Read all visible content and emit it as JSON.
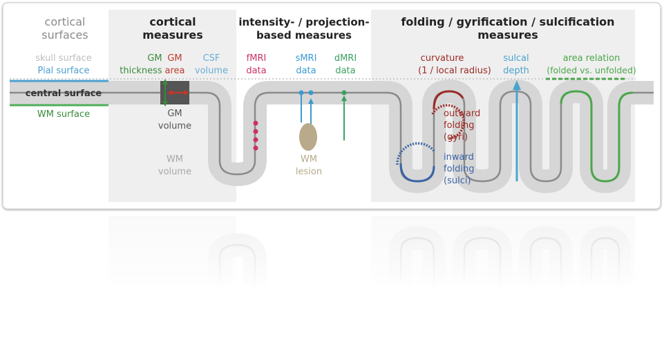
{
  "columns": {
    "cortical_surfaces": [
      "cortical",
      "surfaces"
    ],
    "cortical_measures": [
      "cortical",
      "measures"
    ],
    "intensity_measures": [
      "intensity- / projection-",
      "based measures"
    ],
    "folding_measures": [
      "folding / gyrification / sulcification",
      "measures"
    ]
  },
  "surfaces": {
    "skull": "skull surface",
    "pial": "Pial surface",
    "central": "central surface",
    "wm": "WM surface"
  },
  "cortical_measures": {
    "gm_thickness": [
      "GM",
      "thickness"
    ],
    "gm_area": [
      "GM",
      "area"
    ],
    "csf_volume": [
      "CSF",
      "volume"
    ],
    "gm_volume": [
      "GM",
      "volume"
    ],
    "wm_volume": [
      "WM",
      "volume"
    ]
  },
  "intensity_measures": {
    "fmri": [
      "fMRI",
      "data"
    ],
    "smri": [
      "sMRI",
      "data"
    ],
    "dmri": [
      "dMRI",
      "data"
    ],
    "wm_lesion": [
      "WM",
      "lesion"
    ]
  },
  "folding_measures": {
    "curvature": [
      "curvature",
      "(1 / local radius)"
    ],
    "sulcal_depth": [
      "sulcal",
      "depth"
    ],
    "area_relation": [
      "area relation",
      "(folded vs. unfolded)"
    ],
    "outward_folding": [
      "outward",
      "folding",
      "(gyri)"
    ],
    "inward_folding": [
      "inward",
      "folding",
      "(sulci)"
    ]
  },
  "colors": {
    "panel_bg": "#efefef",
    "cortex_band": "#d6d6d6",
    "central_line": "#8a8a8a",
    "pial_blue": "#4a9fd0",
    "wm_green": "#4fae5a",
    "gm_green": "#3a8a3a",
    "area_red": "#c0392b",
    "csf_blue": "#6aaed6",
    "fmri_magenta": "#c8306a",
    "smri_blue": "#3a9ad0",
    "dmri_green": "#3aa060",
    "lesion_tan": "#b8aa8a",
    "gyri_red": "#9b2a25",
    "sulci_blue": "#3a63a6",
    "depth_blue": "#4aa3cf",
    "area_rel_green": "#4ba64b",
    "gray_text": "#a8a8a8",
    "dark_text": "#333333"
  }
}
